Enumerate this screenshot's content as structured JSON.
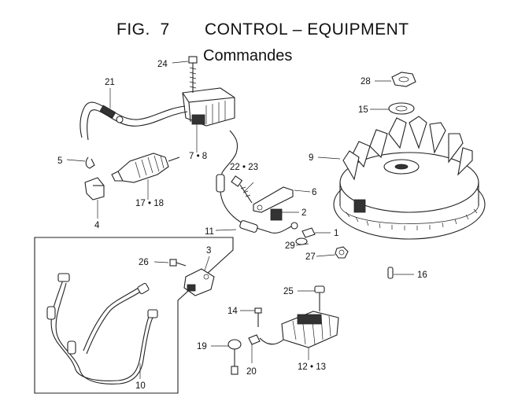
{
  "header": {
    "title": "FIG.  7       CONTROL – EQUIPMENT",
    "subtitle": "Commandes"
  },
  "labels": {
    "p1": "1",
    "p2": "2",
    "p3": "3",
    "p4": "4",
    "p5": "5",
    "p6": "6",
    "p7_8": "7 • 8",
    "p9": "9",
    "p10": "10",
    "p11": "11",
    "p12_13": "12 • 13",
    "p14": "14",
    "p15": "15",
    "p16": "16",
    "p17_18": "17 • 18",
    "p19": "19",
    "p20": "20",
    "p21": "21",
    "p22_23": "22 • 23",
    "p24": "24",
    "p25": "25",
    "p26": "26",
    "p27": "27",
    "p28": "28",
    "p29": "29"
  }
}
